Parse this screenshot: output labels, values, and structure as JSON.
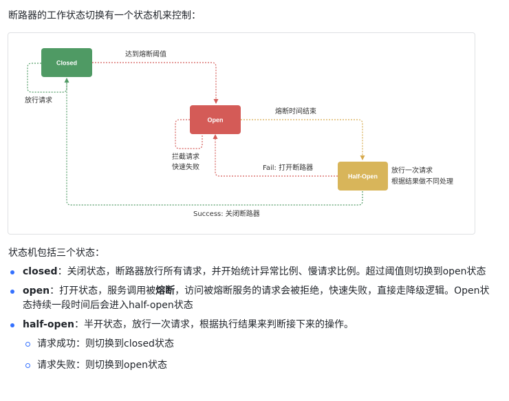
{
  "intro": "断路器的工作状态切换有一个状态机来控制：",
  "diagram": {
    "nodes": {
      "closed": {
        "label": "Closed",
        "color": "#4f9a64"
      },
      "open": {
        "label": "Open",
        "color": "#d45b57"
      },
      "half_open": {
        "label": "Half-Open",
        "color": "#d8b55a"
      }
    },
    "edges": {
      "closed_to_open": "达到熔断阈值",
      "closed_self": "放行请求",
      "open_self_line1": "拦截请求",
      "open_self_line2": "快速失败",
      "open_to_half": "熔断时间结束",
      "half_to_open": "Fail: 打开断路器",
      "half_to_closed": "Success: 关闭断路器",
      "half_note_line1": "放行一次请求",
      "half_note_line2": "根据结果做不同处理"
    }
  },
  "section_title": "状态机包括三个状态：",
  "states": [
    {
      "term": "closed",
      "text": "：关闭状态，断路器放行所有请求，并开始统计异常比例、慢请求比例。超过阈值则切换到open状态"
    },
    {
      "term": "open",
      "text_before": "：打开状态，服务调用被",
      "em": "熔断",
      "text_after": "，访问被熔断服务的请求会被拒绝，快速失败，直接走降级逻辑。Open状态持续一段时间后会进入half-open状态"
    },
    {
      "term": "half-open",
      "text": "：半开状态，放行一次请求，根据执行结果来判断接下来的操作。"
    }
  ],
  "sub_items": [
    "请求成功：则切换到closed状态",
    "请求失败：则切换到open状态"
  ]
}
